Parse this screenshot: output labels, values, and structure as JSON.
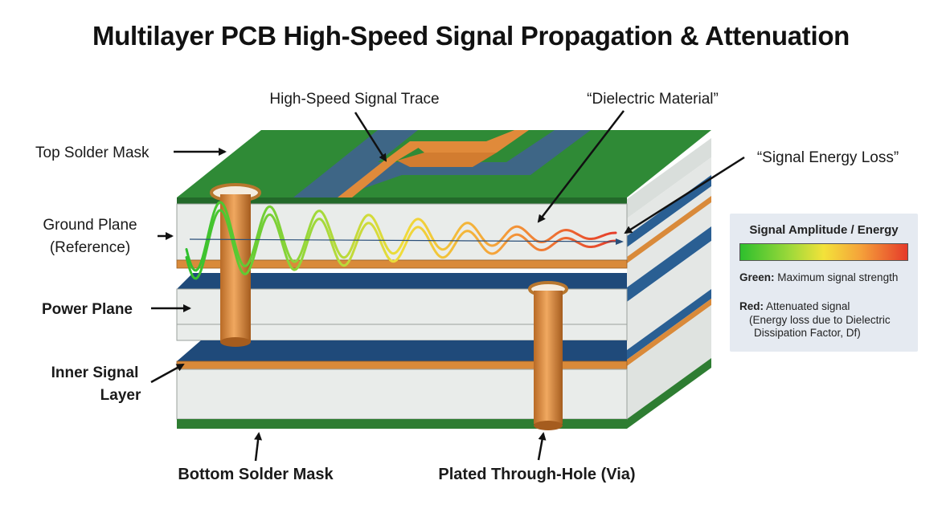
{
  "title": "Multilayer PCB High-Speed Signal Propagation & Attenuation",
  "labels": {
    "top_solder_mask": "Top Solder Mask",
    "ground_plane_line1": "Ground Plane",
    "ground_plane_line2": "(Reference)",
    "power_plane": "Power Plane",
    "inner_signal_line1": "Inner Signal",
    "inner_signal_line2": "Layer",
    "bottom_solder_mask": "Bottom Solder Mask",
    "plated_via": "Plated Through-Hole (Via)",
    "signal_trace": "High-Speed Signal Trace",
    "dielectric": "“Dielectric Material”",
    "energy_loss": "“Signal Energy Loss”"
  },
  "legend": {
    "title": "Signal Amplitude / Energy",
    "green_key": "Green:",
    "green_text": "Maximum signal strength",
    "red_key": "Red:",
    "red_text": "Attenuated signal",
    "red_note_line1": "(Energy loss due to Dielectric",
    "red_note_line2": "Dissipation Factor, Df)"
  },
  "colors": {
    "solder_mask": "#2e7d32",
    "copper": "#d98a3a",
    "dielectric": "#e7eae8",
    "plane_blue": "#1f4a7a",
    "signal_start": "#2dbf2d",
    "signal_end": "#e53a2a"
  }
}
